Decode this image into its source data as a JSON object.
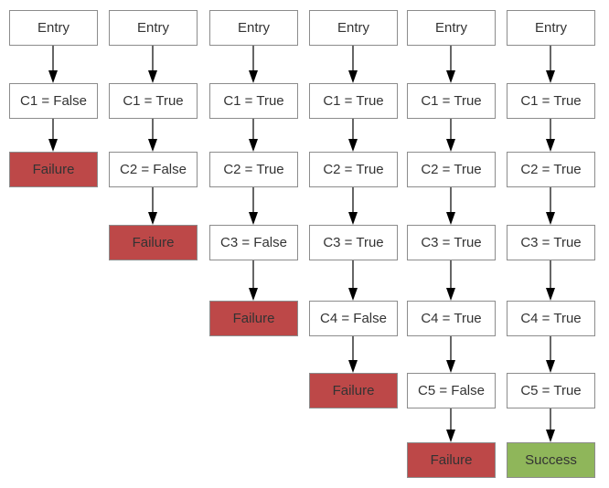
{
  "colors": {
    "failure": "#bd4848",
    "success": "#8fb65a",
    "border": "#8c8c8c",
    "text": "#333333"
  },
  "columns": [
    {
      "nodes": [
        {
          "label": "Entry",
          "kind": "plain"
        },
        {
          "label": "C1 = False",
          "kind": "plain"
        },
        {
          "label": "Failure",
          "kind": "failure"
        }
      ]
    },
    {
      "nodes": [
        {
          "label": "Entry",
          "kind": "plain"
        },
        {
          "label": "C1 = True",
          "kind": "plain"
        },
        {
          "label": "C2 = False",
          "kind": "plain"
        },
        {
          "label": "Failure",
          "kind": "failure"
        }
      ]
    },
    {
      "nodes": [
        {
          "label": "Entry",
          "kind": "plain"
        },
        {
          "label": "C1 = True",
          "kind": "plain"
        },
        {
          "label": "C2 = True",
          "kind": "plain"
        },
        {
          "label": "C3 = False",
          "kind": "plain"
        },
        {
          "label": "Failure",
          "kind": "failure"
        }
      ]
    },
    {
      "nodes": [
        {
          "label": "Entry",
          "kind": "plain"
        },
        {
          "label": "C1 = True",
          "kind": "plain"
        },
        {
          "label": "C2 = True",
          "kind": "plain"
        },
        {
          "label": "C3 = True",
          "kind": "plain"
        },
        {
          "label": "C4 = False",
          "kind": "plain"
        },
        {
          "label": "Failure",
          "kind": "failure"
        }
      ]
    },
    {
      "nodes": [
        {
          "label": "Entry",
          "kind": "plain"
        },
        {
          "label": "C1 = True",
          "kind": "plain"
        },
        {
          "label": "C2 = True",
          "kind": "plain"
        },
        {
          "label": "C3 = True",
          "kind": "plain"
        },
        {
          "label": "C4 = True",
          "kind": "plain"
        },
        {
          "label": "C5 = False",
          "kind": "plain"
        },
        {
          "label": "Failure",
          "kind": "failure"
        }
      ]
    },
    {
      "nodes": [
        {
          "label": "Entry",
          "kind": "plain"
        },
        {
          "label": "C1 = True",
          "kind": "plain"
        },
        {
          "label": "C2 = True",
          "kind": "plain"
        },
        {
          "label": "C3 = True",
          "kind": "plain"
        },
        {
          "label": "C4 = True",
          "kind": "plain"
        },
        {
          "label": "C5 = True",
          "kind": "plain"
        },
        {
          "label": "Success",
          "kind": "success"
        }
      ]
    }
  ]
}
